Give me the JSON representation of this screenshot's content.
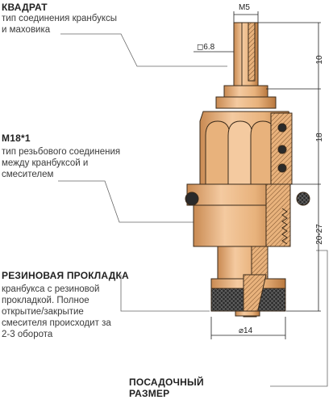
{
  "annotations": {
    "kvadrat": {
      "title": "КВАДРАТ",
      "lines": [
        "тип соединения кранбуксы",
        "и маховика"
      ]
    },
    "thread": {
      "title": "М18*1",
      "lines": [
        "тип резьбового соединения",
        "между кранбуксой и",
        "смесителем"
      ]
    },
    "gasket": {
      "title": "РЕЗИНОВАЯ ПРОКЛАДКА",
      "lines": [
        "кранбукса с резиновой",
        "прокладкой. Полное",
        "открытие/закрытие",
        "смесителя происходит за",
        "2-3 оборота"
      ]
    },
    "seat": {
      "lines": [
        "ПОСАДОЧНЫЙ",
        "РАЗМЕР"
      ]
    }
  },
  "dimensions": {
    "m5": "M5",
    "square": "◻6.8",
    "d10": "10",
    "d18": "18",
    "d20_27": "20-27",
    "d14": "⌀14"
  },
  "colors": {
    "body": "#e8b27c",
    "body_light": "#f4caa0",
    "body_dark": "#c98a52",
    "outline": "#3a2a1a",
    "rubber": "#2a2a2a",
    "leader": "#555555"
  }
}
